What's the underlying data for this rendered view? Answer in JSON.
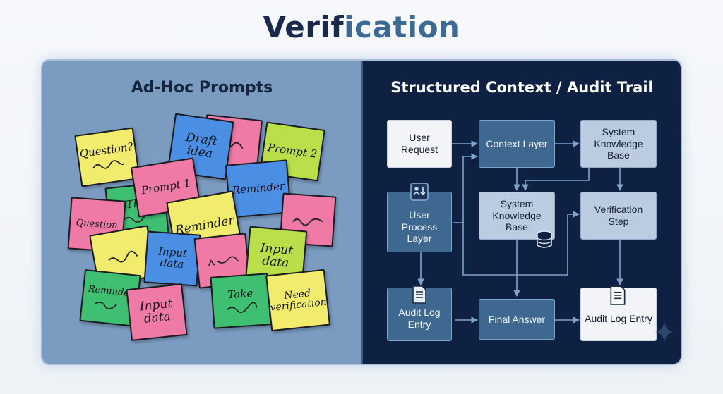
{
  "title": {
    "part1": "Verif",
    "part2": "ication"
  },
  "colors": {
    "left_panel": "#7b9cc0",
    "right_panel": "#0f2142",
    "title_dark": "#1a2a4c",
    "title_accent": "#3c6a94"
  },
  "left": {
    "title": "Ad-Hoc Prompts",
    "notes": [
      {
        "id": "question1",
        "text": "Question?",
        "color": "#f2ec6e"
      },
      {
        "id": "draft",
        "text": "Draft\nidea",
        "color": "#4b8fe4"
      },
      {
        "id": "prompt2",
        "text": "Prompt 2",
        "color": "#b9e04a"
      },
      {
        "id": "prompt1",
        "text": "Prompt 1",
        "color": "#f07aa6"
      },
      {
        "id": "reminder1",
        "text": "Reminder",
        "color": "#4b8fe4"
      },
      {
        "id": "thanks",
        "text": "Tha",
        "color": "#3fbf72"
      },
      {
        "id": "question2",
        "text": "Question",
        "color": "#f07aa6"
      },
      {
        "id": "reminder2",
        "text": "Reminder",
        "color": "#f2ec6e"
      },
      {
        "id": "input1",
        "text": "Input\ndata",
        "color": "#4b8fe4"
      },
      {
        "id": "input2",
        "text": "Input\ndata",
        "color": "#b9e04a"
      },
      {
        "id": "reminder3",
        "text": "Reminder",
        "color": "#3fbf72"
      },
      {
        "id": "input3",
        "text": "Input\ndata",
        "color": "#f07aa6"
      },
      {
        "id": "take",
        "text": "Take",
        "color": "#3fbf72"
      },
      {
        "id": "need",
        "text": "Need\nverification",
        "color": "#f2ec6e"
      }
    ]
  },
  "right": {
    "title": "Structured Context / Audit Trail",
    "nodes": {
      "user_request": "User Request",
      "context_layer": "Context Layer",
      "skb_top": "System Knowledge Base",
      "user_process": "User Process Layer",
      "skb_mid": "System Knowledge Base",
      "verification": "Verification Step",
      "audit_left": "Audit Log Entry",
      "final_answer": "Final Answer",
      "audit_right": "Audit Log Entry"
    },
    "icons": [
      "user-process-icon",
      "database-icon",
      "document-icon",
      "sparkle-icon"
    ]
  }
}
